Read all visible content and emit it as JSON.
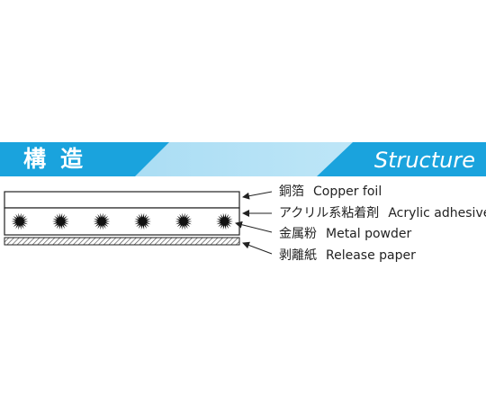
{
  "header": {
    "title_jp": "構造",
    "title_en": "Structure",
    "color_dark": "#1aa3dd",
    "color_light": "#9fd8f2"
  },
  "layers": [
    {
      "jp": "銅箔",
      "en": "Copper foil"
    },
    {
      "jp": "アクリル系粘着剤",
      "en": "Acrylic adhesive"
    },
    {
      "jp": "金属粉",
      "en": "Metal powder"
    },
    {
      "jp": "剥離紙",
      "en": "Release paper"
    }
  ],
  "metal_particle_count": 6
}
